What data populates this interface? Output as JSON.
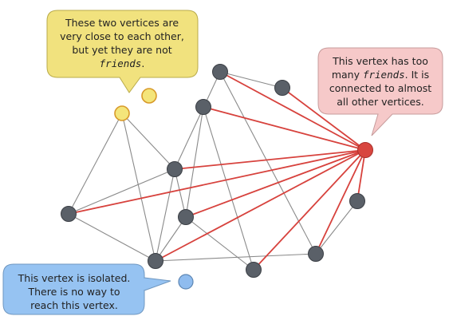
{
  "colors": {
    "vertex_normal": "#5a6068",
    "vertex_special_red": "#d8463f",
    "vertex_special_yellow": "#f4e57a",
    "vertex_special_blue": "#8fbcef",
    "edge_normal": "#8a8a8a",
    "edge_highlight": "#d7423d",
    "callout_yellow_fill": "#f1e27e",
    "callout_red_fill": "#f6c9c9",
    "callout_blue_fill": "#96c3f2"
  },
  "callouts": {
    "close_vertices": {
      "line1": "These two vertices are",
      "line2": "very close to each other,",
      "line3": "but yet they are not",
      "emph": "friends",
      "end": "."
    },
    "popular_vertex": {
      "line1": "This vertex has too",
      "pre": "many ",
      "emph": "friends",
      "post": ". It is",
      "line3": "connected to almost",
      "line4": "all other vertices."
    },
    "isolated_vertex": {
      "line1": "This vertex is isolated.",
      "line2": "There is no way to",
      "line3": "reach this vertex."
    }
  }
}
